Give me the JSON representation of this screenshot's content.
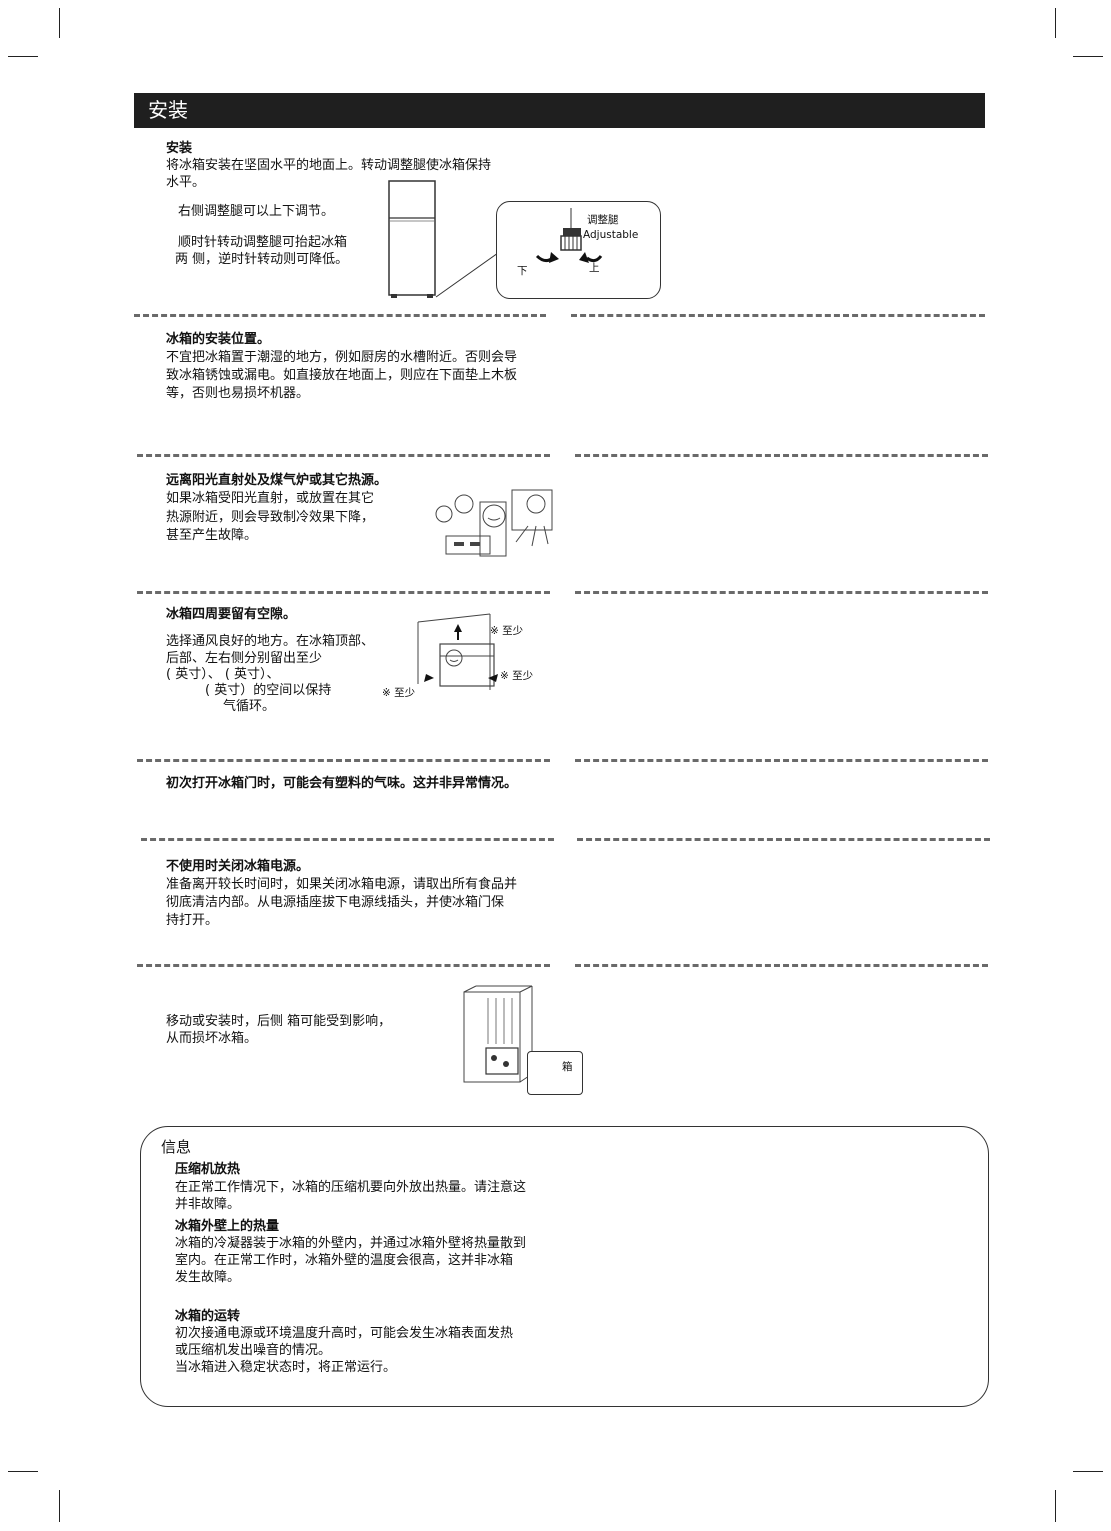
{
  "header": {
    "title": "安装"
  },
  "install": {
    "heading": "安装",
    "intro_line1": "将冰箱安装在坚固水平的地面上。转动调整腿使冰箱保持",
    "intro_line2": "水平。",
    "note1": "右侧调整腿可以上下调节。",
    "note2_line1": "顺时针转动调整腿可抬起冰箱",
    "note2_line2": "两 侧，逆时针转动则可降低。",
    "callout_label_cn": "调整腿",
    "callout_label_en": "Adjustable",
    "callout_down": "下",
    "callout_up": "上"
  },
  "location": {
    "heading": "冰箱的安装位置。",
    "line1": "不宜把冰箱置于潮湿的地方，例如厨房的水槽附近。否则会导",
    "line2": "致冰箱锈蚀或漏电。如直接放在地面上，则应在下面垫上木板",
    "line3": "等，否则也易损坏机器。"
  },
  "heat": {
    "heading": "远离阳光直射处及煤气炉或其它热源。",
    "line1": "如果冰箱受阳光直射，或放置在其它",
    "line2": "热源附近，则会导致制冷效果下降，",
    "line3": "甚至产生故障。"
  },
  "clearance": {
    "heading": "冰箱四周要留有空隙。",
    "line1": "选择通风良好的地方。在冰箱顶部、",
    "line2": "后部、左右侧分别留出至少",
    "line3": "(      英寸）、              (    英寸）、",
    "line4": "(    英寸）的空间以保持",
    "line5": "气循环。",
    "label_top": "※ 至少",
    "label_right": "※ 至少",
    "label_left": "※   至少"
  },
  "smell": {
    "text": "初次打开冰箱门时，可能会有塑料的气味。这并非异常情况。"
  },
  "power": {
    "heading": "不使用时关闭冰箱电源。",
    "line1": "准备离开较长时间时，如果关闭冰箱电源，请取出所有食品并",
    "line2": "彻底清洁内部。从电源插座拔下电源线插头，并使冰箱门保",
    "line3": "持打开。"
  },
  "moving": {
    "line1": "移动或安装时，后侧            箱可能受到影响，",
    "line2": "从而损坏冰箱。",
    "callout_label": "箱"
  },
  "info": {
    "title": "信息",
    "s1_heading": "压缩机放热",
    "s1_line1": "在正常工作情况下，冰箱的压缩机要向外放出热量。请注意这",
    "s1_line2": "并非故障。",
    "s2_heading": "冰箱外壁上的热量",
    "s2_line1": "冰箱的冷凝器装于冰箱的外壁内，并通过冰箱外壁将热量散到",
    "s2_line2": "室内。在正常工作时，冰箱外壁的温度会很高，这并非冰箱",
    "s2_line3": "发生故障。",
    "s3_heading": "冰箱的运转",
    "s3_line1": "初次接通电源或环境温度升高时，可能会发生冰箱表面发热",
    "s3_line2": "或压缩机发出噪音的情况。",
    "s3_line3": "当冰箱进入稳定状态时，将正常运行。"
  }
}
